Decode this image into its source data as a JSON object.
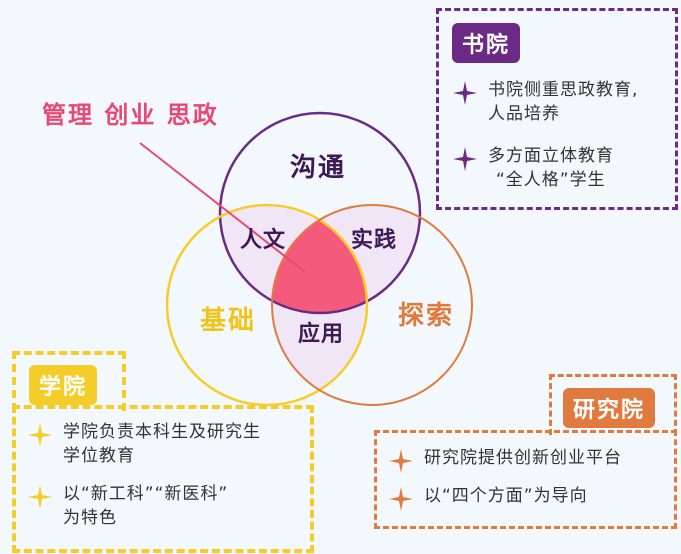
{
  "colors": {
    "purple": "#6b2a86",
    "yellow": "#f5cd2a",
    "orange": "#e07a3e",
    "pink": "#e94874",
    "center_fill": "#f45a7c",
    "overlap_fill": "#f0e6f6"
  },
  "venn": {
    "circles": {
      "top": {
        "label": "沟通"
      },
      "left": {
        "label": "基础"
      },
      "right": {
        "label": "探索"
      }
    },
    "overlaps": {
      "top_left": "人文",
      "top_right": "实践",
      "left_right": "应用"
    },
    "callout": "管理 创业 思政"
  },
  "boxes": {
    "shuyuan": {
      "tag": "书院",
      "items": [
        {
          "icon": "star-icon",
          "lines": [
            "书院侧重思政教育,",
            "人品培养"
          ]
        },
        {
          "icon": "star-icon",
          "lines": [
            "多方面立体教育",
            "“全人格”学生"
          ]
        }
      ]
    },
    "xueyuan": {
      "tag": "学院",
      "items": [
        {
          "icon": "star-icon",
          "lines": [
            "学院负责本科生及研究生",
            "学位教育"
          ]
        },
        {
          "icon": "star-icon",
          "lines": [
            "以“新工科”“新医科”",
            "为特色"
          ]
        }
      ]
    },
    "yanjiuyuan": {
      "tag": "研究院",
      "items": [
        {
          "icon": "star-icon",
          "lines": [
            "研究院提供创新创业平台"
          ]
        },
        {
          "icon": "star-icon",
          "lines": [
            "以“四个方面”为导向"
          ]
        }
      ]
    }
  }
}
